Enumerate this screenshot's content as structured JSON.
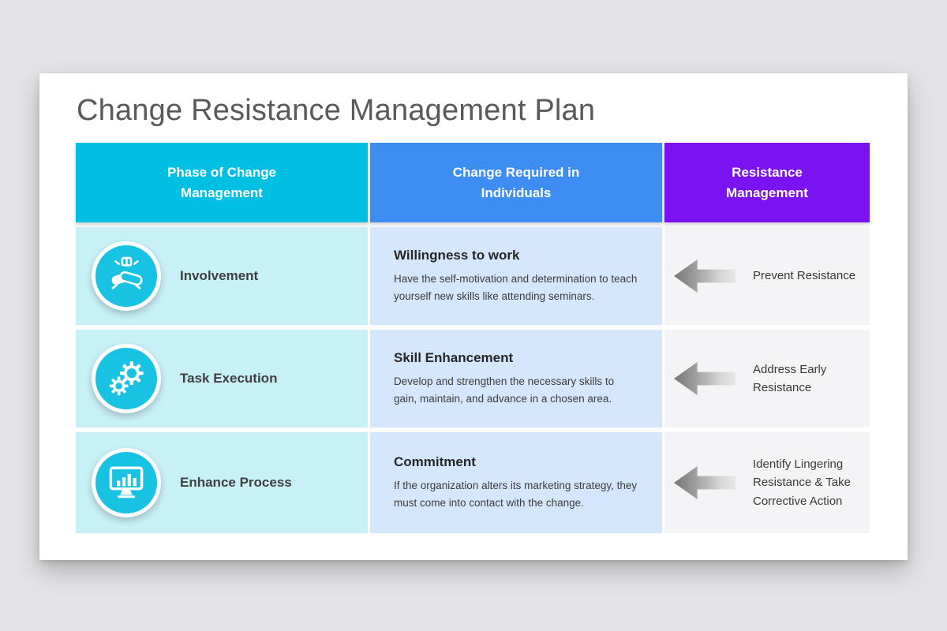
{
  "slide": {
    "title": "Change Resistance Management Plan"
  },
  "colors": {
    "header_phase": "#00bfe3",
    "header_change": "#3e8df3",
    "header_resistance": "#7a12f2",
    "cell_phase": "#c8f0f7",
    "cell_change": "#d5e7fc",
    "cell_resist": "#f4f4f6",
    "icon_circle": "#17c2e2"
  },
  "table": {
    "headers": [
      {
        "label": "Phase of Change Management"
      },
      {
        "label": "Change Required in Individuals"
      },
      {
        "label": "Resistance Management"
      }
    ],
    "rows": [
      {
        "phase": {
          "label": "Involvement",
          "icon": "handshake-icon"
        },
        "change": {
          "title": "Willingness to work",
          "body": "Have the self-motivation and determination to teach yourself new skills like attending seminars."
        },
        "resistance": {
          "label": "Prevent Resistance",
          "icon": "left-arrow-icon"
        }
      },
      {
        "phase": {
          "label": "Task Execution",
          "icon": "gears-icon"
        },
        "change": {
          "title": "Skill Enhancement",
          "body": "Develop and strengthen the necessary skills to gain, maintain, and advance in a chosen area."
        },
        "resistance": {
          "label": "Address Early Resistance",
          "icon": "left-arrow-icon"
        }
      },
      {
        "phase": {
          "label": "Enhance Process",
          "icon": "monitor-chart-icon"
        },
        "change": {
          "title": "Commitment",
          "body": "If the organization alters its marketing strategy, they must come into contact with the change."
        },
        "resistance": {
          "label": "Identify Lingering Resistance & Take Corrective Action",
          "icon": "left-arrow-icon"
        }
      }
    ]
  }
}
